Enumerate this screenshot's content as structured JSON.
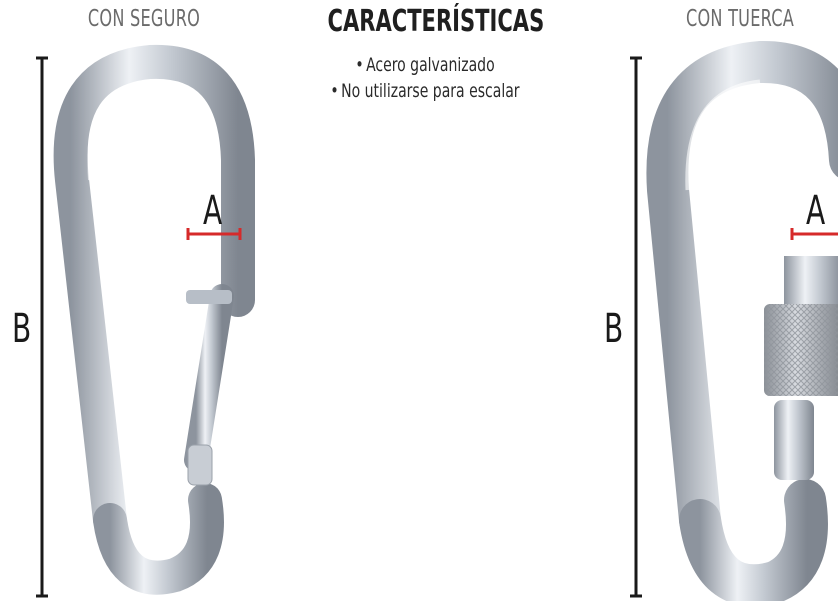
{
  "header": {
    "left_caption": "CON SEGURO",
    "title": "CARACTERÍSTICAS",
    "right_caption": "CON TUERCA"
  },
  "features": [
    "Acero galvanizado",
    "No utilizarse para escalar"
  ],
  "dimensions": {
    "width_label": "A",
    "length_label": "B"
  },
  "colors": {
    "dimension_line": "#d62a2a",
    "metal": "#c9ced6"
  }
}
